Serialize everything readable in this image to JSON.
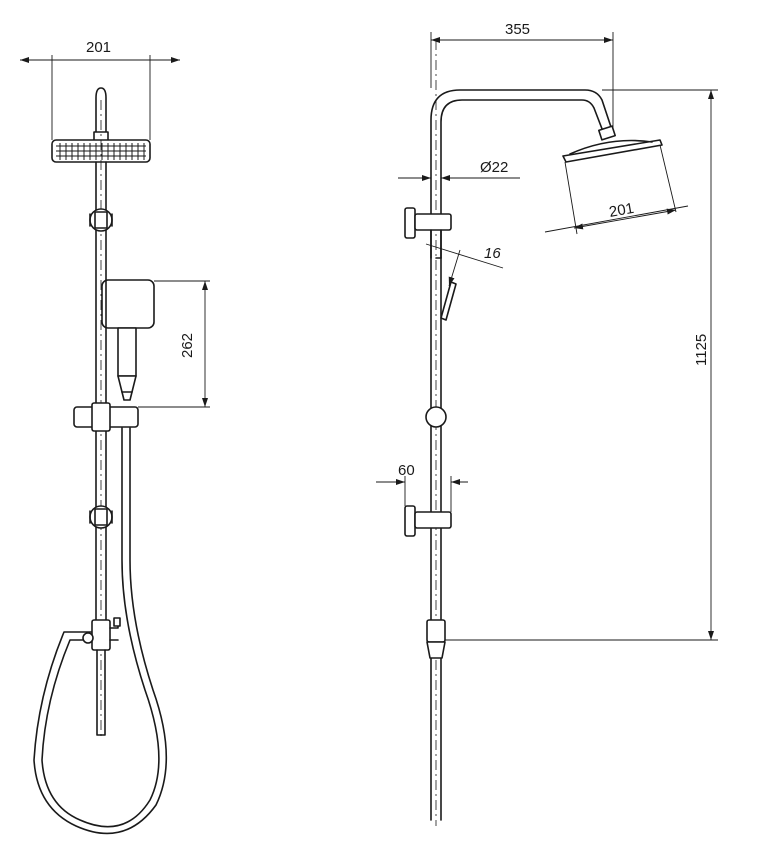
{
  "dimensions": {
    "left_head_width": "201",
    "hand_shower_length": "262",
    "arm_reach": "355",
    "pipe_diameter": "Ø22",
    "hand_shower_angle": "16",
    "head_diameter": "201",
    "column_height": "1125",
    "holder_depth": "60"
  }
}
